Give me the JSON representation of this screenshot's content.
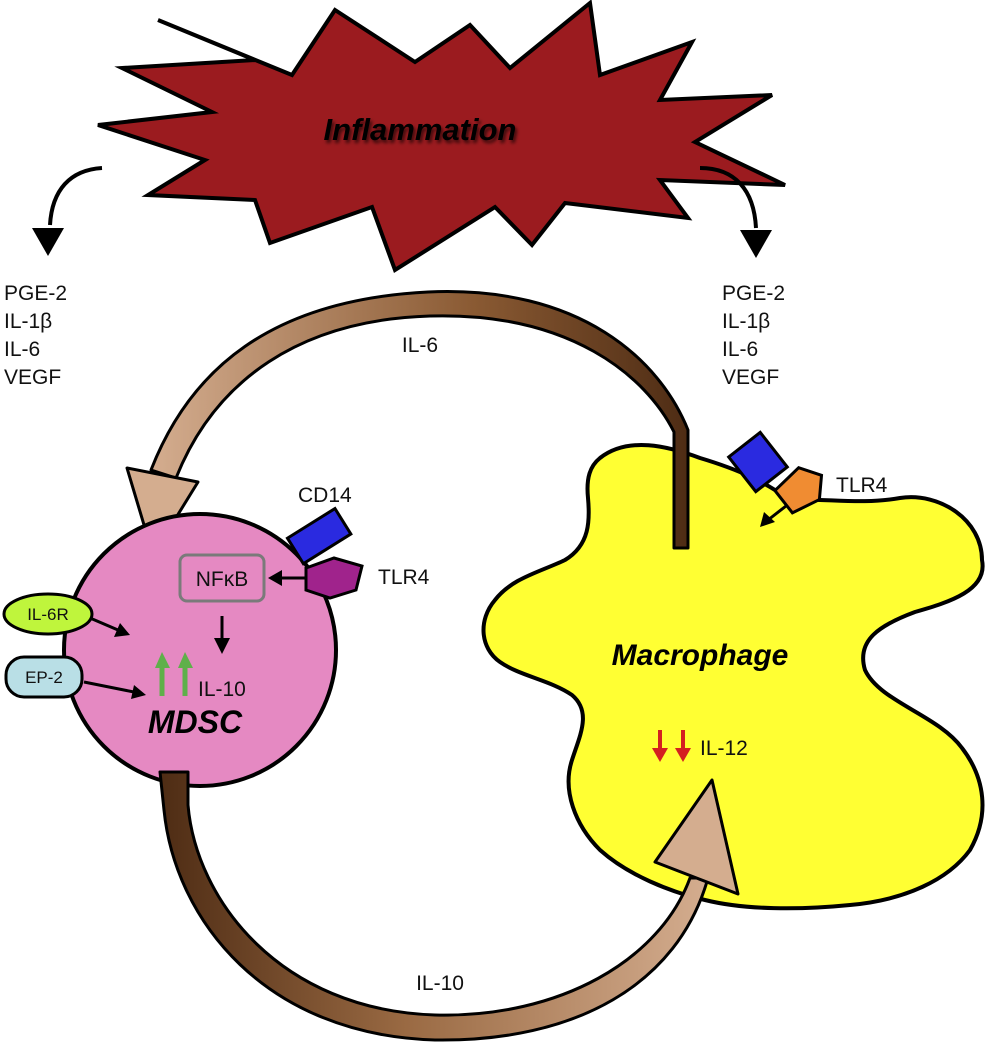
{
  "title": "Inflammation",
  "left_mediators": [
    "PGE-2",
    "IL-1β",
    "IL-6",
    "VEGF"
  ],
  "right_mediators": [
    "PGE-2",
    "IL-1β",
    "IL-6",
    "VEGF"
  ],
  "flows": {
    "top": "IL-6",
    "bottom": "IL-10"
  },
  "mdsc": {
    "name": "MDSC",
    "nfkb": "NFκB",
    "output": "IL-10",
    "output_arrows": "up",
    "receptors": {
      "cd14": "CD14",
      "tlr4": "TLR4",
      "il6r": "IL-6R",
      "ep2": "EP-2"
    }
  },
  "macrophage": {
    "name": "Macrophage",
    "tlr4": "TLR4",
    "output": "IL-12",
    "output_arrows": "down"
  },
  "colors": {
    "inflammation": "#9b1b1f",
    "mdsc_cell": "#e589c2",
    "macrophage_cell": "#ffff33",
    "cd14": "#2a2ae0",
    "mdsc_tlr4": "#a0238c",
    "macrophage_tlr4": "#f08c32",
    "il6r": "#bff53c",
    "ep2": "#b9dfe6",
    "up_arrow": "#5fb04a",
    "down_arrow": "#d42020",
    "flow_light": "#d4ad8f",
    "flow_dark": "#5a3418"
  }
}
